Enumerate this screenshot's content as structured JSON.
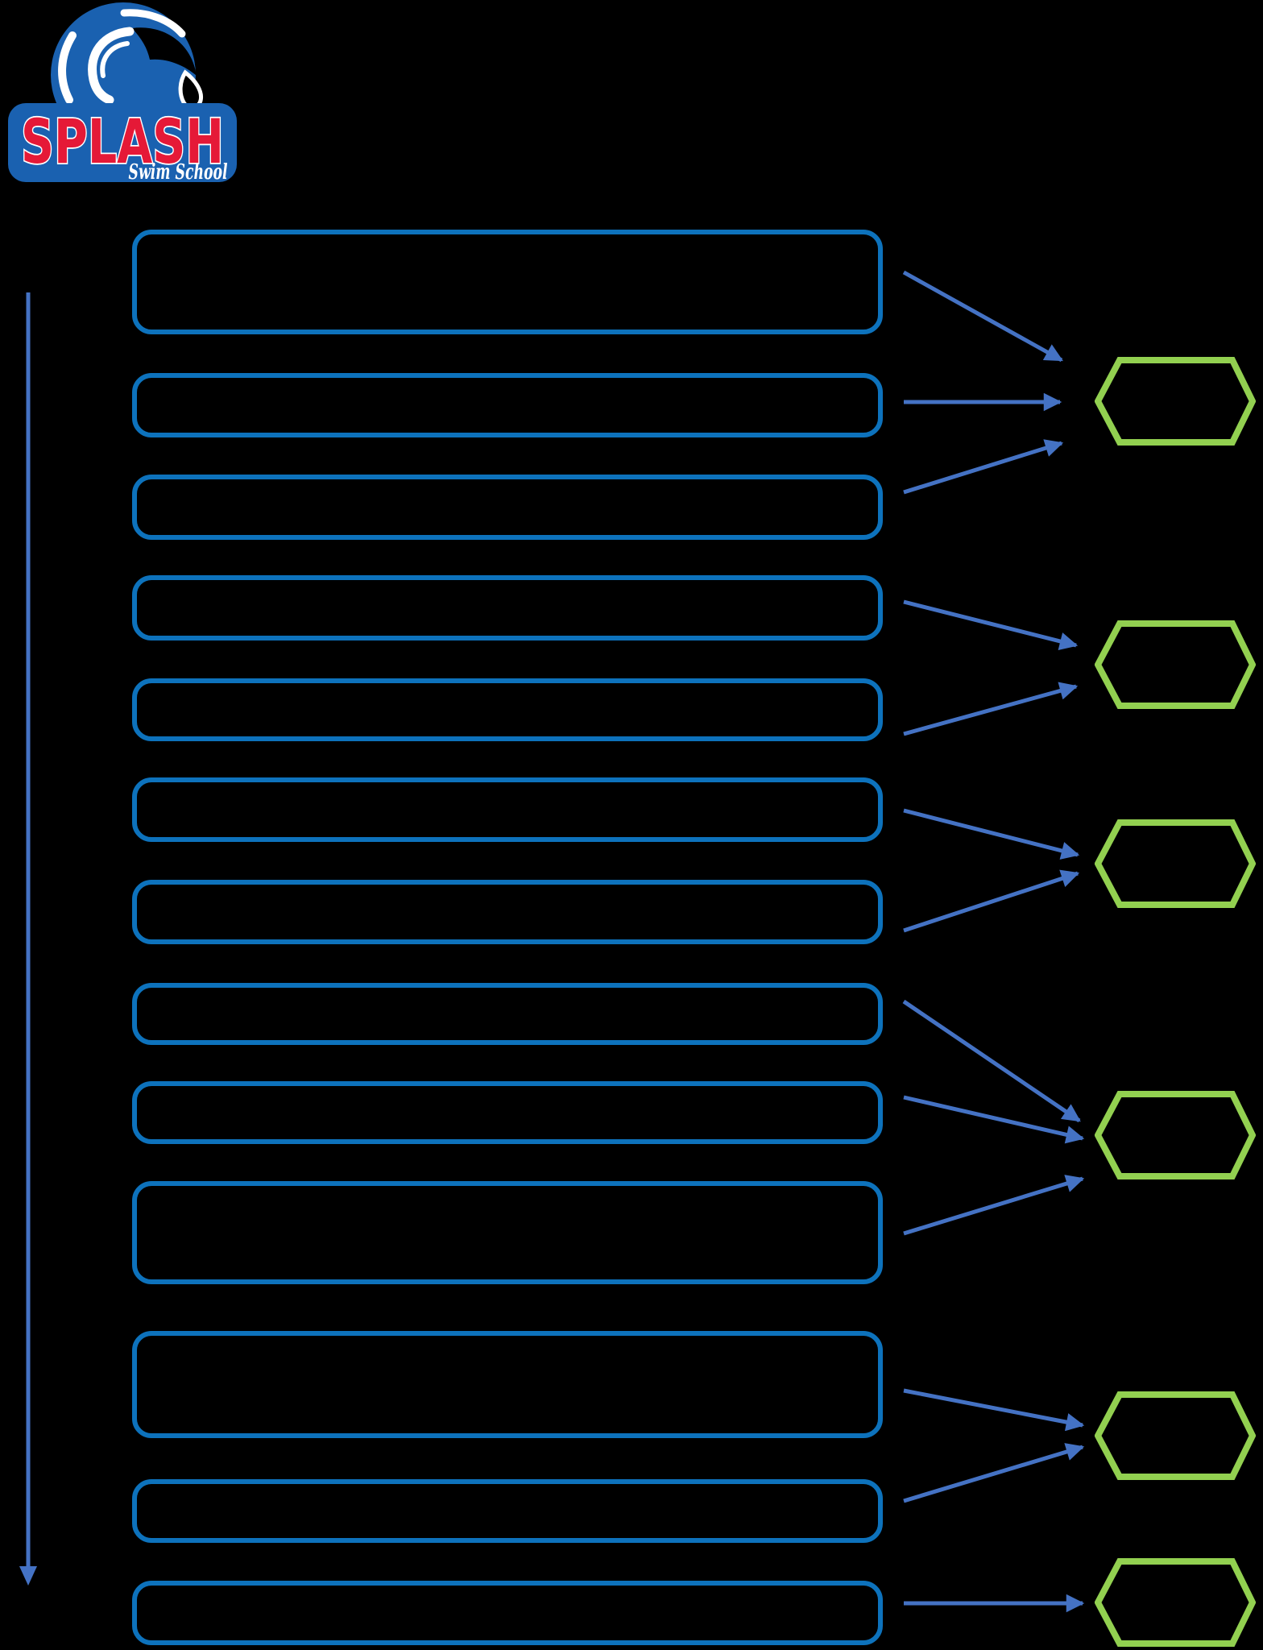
{
  "logo": {
    "title": "SPLASH",
    "subtitle": "Swim School"
  },
  "palette": {
    "background": "#000000",
    "box_border_blue": "#0D72BC",
    "arrow_blue": "#4472C4",
    "hexagon_green": "#92D050",
    "logo_blue": "#1A61B0",
    "logo_red": "#E51937",
    "logo_white": "#FFFFFF"
  },
  "flowchart": {
    "boxes": [
      {
        "id": "box-1",
        "label": ""
      },
      {
        "id": "box-2",
        "label": ""
      },
      {
        "id": "box-3",
        "label": ""
      },
      {
        "id": "box-4",
        "label": ""
      },
      {
        "id": "box-5",
        "label": ""
      },
      {
        "id": "box-6",
        "label": ""
      },
      {
        "id": "box-7",
        "label": ""
      },
      {
        "id": "box-8",
        "label": ""
      },
      {
        "id": "box-9",
        "label": ""
      },
      {
        "id": "box-10",
        "label": ""
      },
      {
        "id": "box-11",
        "label": ""
      },
      {
        "id": "box-12",
        "label": ""
      },
      {
        "id": "box-13",
        "label": ""
      }
    ],
    "hexagons": [
      {
        "id": "hex-1",
        "label": ""
      },
      {
        "id": "hex-2",
        "label": ""
      },
      {
        "id": "hex-3",
        "label": ""
      },
      {
        "id": "hex-4",
        "label": ""
      },
      {
        "id": "hex-5",
        "label": ""
      },
      {
        "id": "hex-6",
        "label": ""
      }
    ],
    "connections": [
      {
        "from": "box-1",
        "to": "hex-1"
      },
      {
        "from": "box-2",
        "to": "hex-1"
      },
      {
        "from": "box-3",
        "to": "hex-1"
      },
      {
        "from": "box-4",
        "to": "hex-2"
      },
      {
        "from": "box-5",
        "to": "hex-2"
      },
      {
        "from": "box-6",
        "to": "hex-3"
      },
      {
        "from": "box-7",
        "to": "hex-3"
      },
      {
        "from": "box-8",
        "to": "hex-4"
      },
      {
        "from": "box-9",
        "to": "hex-4"
      },
      {
        "from": "box-10",
        "to": "hex-4"
      },
      {
        "from": "box-11",
        "to": "hex-5"
      },
      {
        "from": "box-12",
        "to": "hex-5"
      },
      {
        "from": "box-13",
        "to": "hex-6"
      }
    ],
    "timeline_arrow": {
      "direction": "down"
    }
  }
}
